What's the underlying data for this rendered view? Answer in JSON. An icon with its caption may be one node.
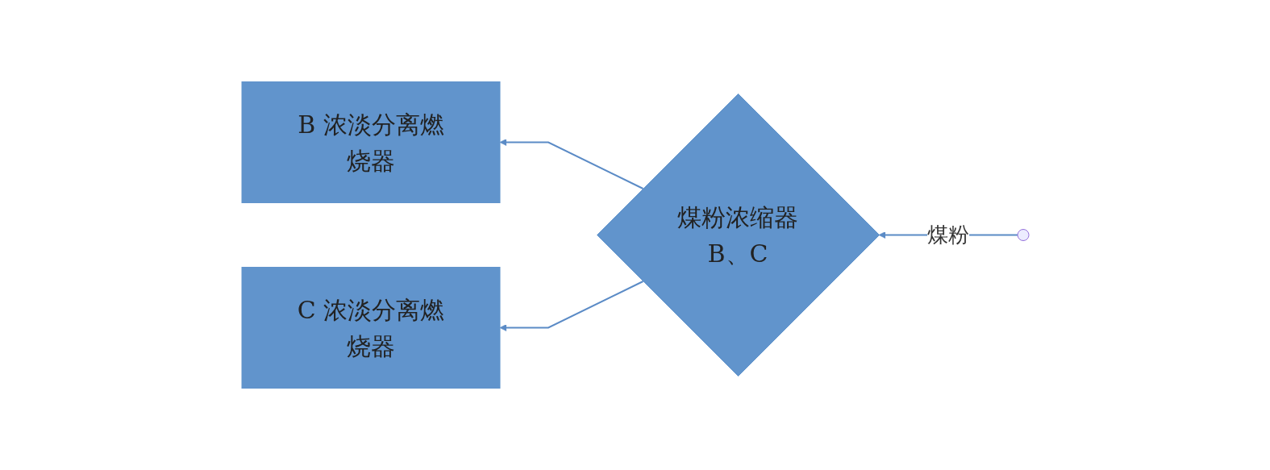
{
  "diagram": {
    "nodes": [
      {
        "text": [
          "B 浓淡分离燃烧器"
        ]
      },
      {
        "text": [
          "C 浓淡分离燃烧器"
        ]
      },
      {
        "text": [
          "煤粉浓缩器B、C"
        ]
      }
    ],
    "edges": [
      {
        "from": 2,
        "to": 0,
        "arrow": "to"
      },
      {
        "from": 2,
        "to": 1,
        "arrow": "to"
      },
      {
        "from": null,
        "to": 2,
        "arrow": "to",
        "label": "煤粉"
      }
    ]
  }
}
